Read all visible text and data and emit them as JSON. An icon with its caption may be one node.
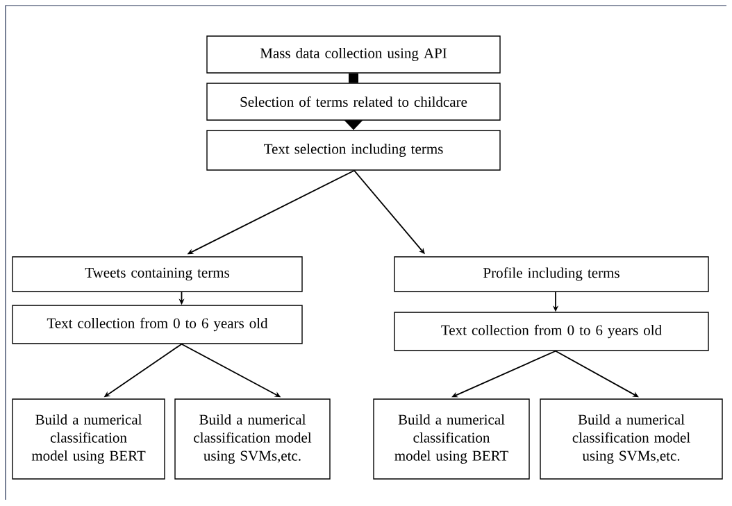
{
  "diagram": {
    "nodes": [
      {
        "text": [
          "Mass data collection using API"
        ]
      },
      {
        "text": [
          "Selection of terms related to childcare"
        ]
      },
      {
        "text": [
          "Text selection including terms"
        ]
      },
      {
        "text": [
          "Tweets containing  terms"
        ]
      },
      {
        "text": [
          "Profile including terms"
        ]
      },
      {
        "text": [
          "Text collection from 0 to 6 years old"
        ]
      },
      {
        "text": [
          "Text collection from 0 to 6 years old"
        ]
      },
      {
        "text": [
          "Build a numerical classification model using BERT"
        ]
      },
      {
        "text": [
          "Build a numerical classification model using SVMs,etc."
        ]
      },
      {
        "text": [
          "Build a numerical classification model using BERT"
        ]
      },
      {
        "text": [
          "Build a numerical classification model using SVMs,etc."
        ]
      }
    ],
    "edges": [
      {
        "from": 0,
        "to": 1,
        "arrow": "none",
        "style": "thick"
      },
      {
        "from": 1,
        "to": 2,
        "arrow": "to",
        "style": "thick"
      },
      {
        "from": 2,
        "to": 3,
        "arrow": "to"
      },
      {
        "from": 2,
        "to": 4,
        "arrow": "to"
      },
      {
        "from": 3,
        "to": 5,
        "arrow": "to"
      },
      {
        "from": 4,
        "to": 6,
        "arrow": "to"
      },
      {
        "from": 5,
        "to": 7,
        "arrow": "to"
      },
      {
        "from": 5,
        "to": 8,
        "arrow": "to"
      },
      {
        "from": 6,
        "to": 9,
        "arrow": "to"
      },
      {
        "from": 6,
        "to": 10,
        "arrow": "to"
      }
    ]
  }
}
